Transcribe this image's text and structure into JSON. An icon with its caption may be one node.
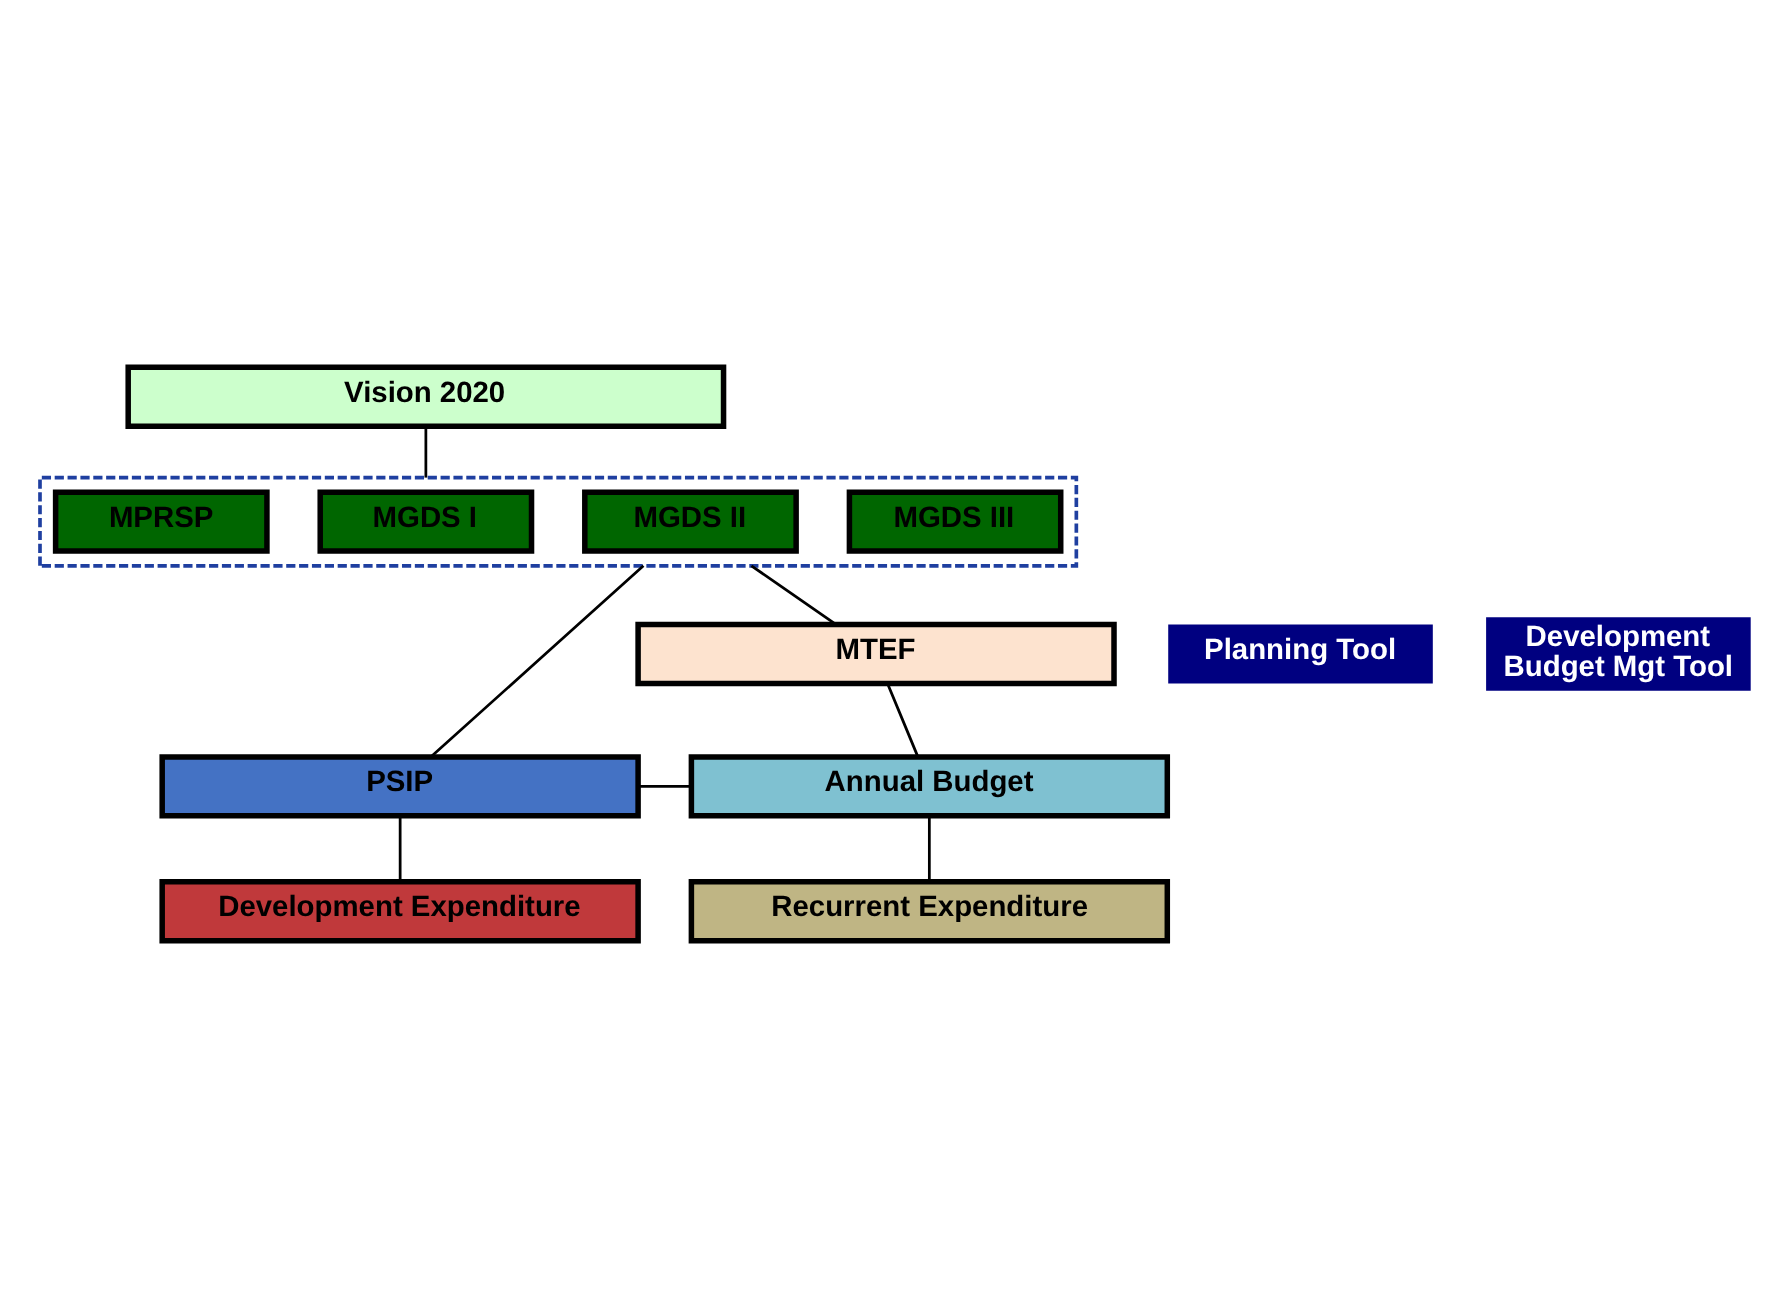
{
  "diagram": {
    "nodes": [
      {
        "text": [
          "Vision 2020"
        ]
      },
      {
        "text": [],
        "shape": "box"
      },
      {
        "text": [
          "MPRSP"
        ],
        "in": 1
      },
      {
        "text": [
          "MGDS I"
        ],
        "in": 1
      },
      {
        "text": [
          "MGDS II"
        ],
        "in": 1
      },
      {
        "text": [
          "MGDS III"
        ],
        "in": 1
      },
      {
        "text": [
          "Planning Tool"
        ]
      },
      {
        "text": [
          "MTEF"
        ]
      },
      {
        "text": [
          "Development Budget Mgt Tool"
        ]
      },
      {
        "text": [
          "PSIP"
        ]
      },
      {
        "text": [
          "Annual Budget"
        ]
      },
      {
        "text": [
          "Development Expenditure"
        ]
      },
      {
        "text": [
          "Recurrent Expenditure"
        ]
      }
    ],
    "edges": [
      {
        "from": 0,
        "to": 1,
        "arrow": "none"
      },
      {
        "from": 1,
        "to": 9,
        "arrow": "none"
      },
      {
        "from": 1,
        "to": 7,
        "arrow": "none"
      },
      {
        "from": 7,
        "to": 10,
        "arrow": "none"
      },
      {
        "from": 9,
        "to": 10,
        "arrow": "none"
      },
      {
        "from": 9,
        "to": 11,
        "arrow": "none"
      },
      {
        "from": 10,
        "to": 12,
        "arrow": "none"
      }
    ]
  }
}
